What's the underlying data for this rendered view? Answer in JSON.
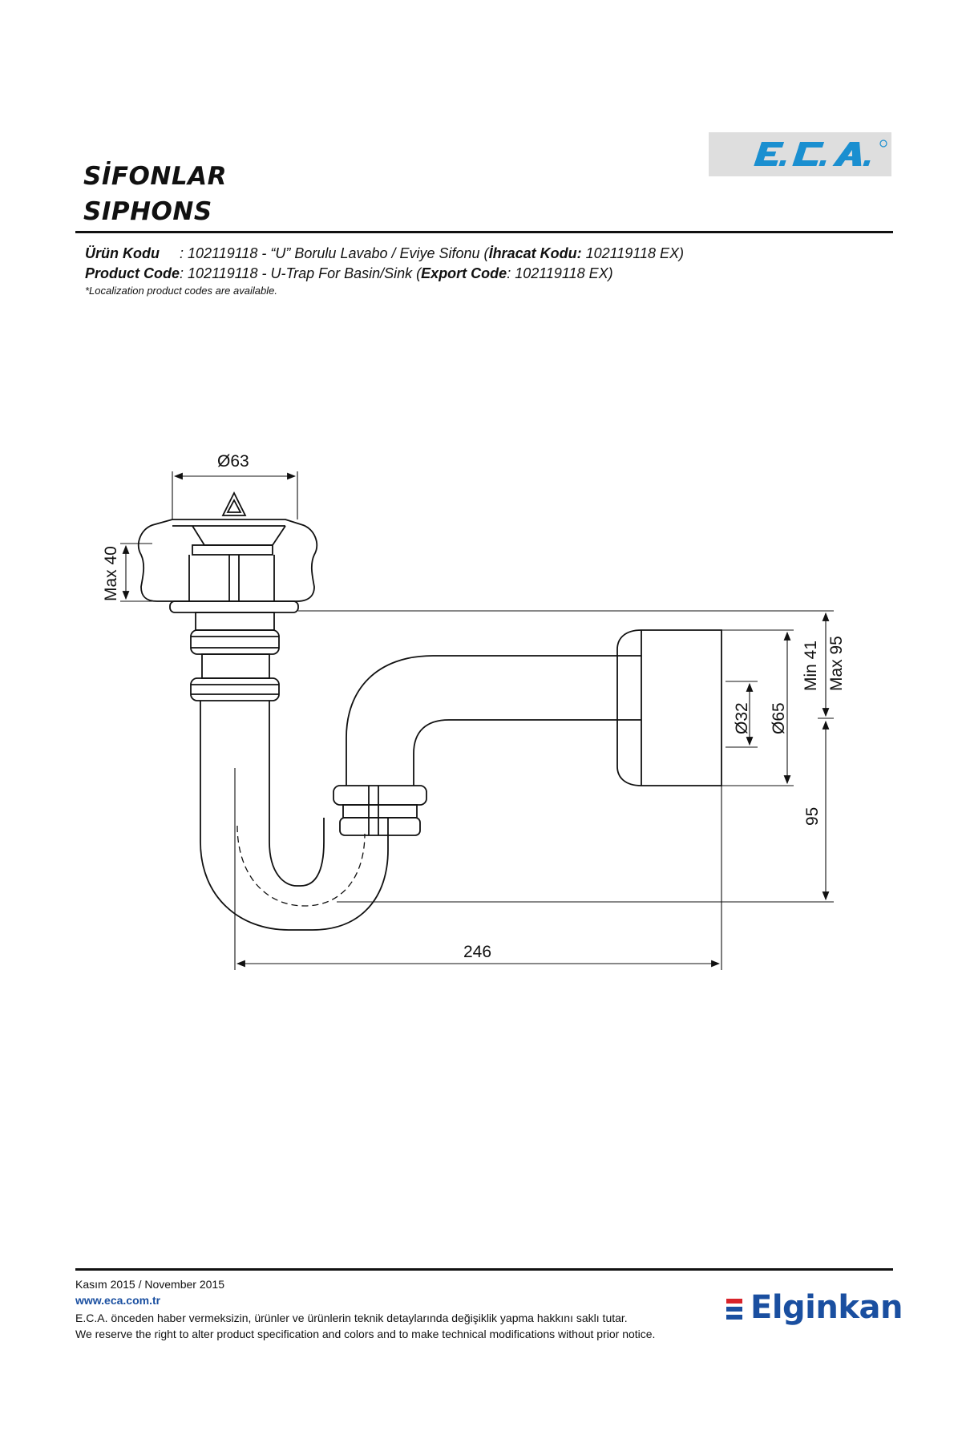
{
  "header": {
    "logo_text": "E.C.A.",
    "title_tr": "SİFONLAR",
    "title_en": "SIPHONS"
  },
  "product": {
    "tr_label": "Ürün Kodu",
    "tr_sep": "     : ",
    "tr_code_desc": "102119118 - “U” Borulu Lavabo / Eviye Sifonu (",
    "tr_export_label": "İhracat Kodu:",
    "tr_export_value": " 102119118 EX)",
    "en_label": "Product Code",
    "en_sep": ": ",
    "en_code_desc": "102119118 - U-Trap For Basin/Sink (",
    "en_export_label": "Export Code",
    "en_export_value": ": 102119118 EX)",
    "note": "*Localization product codes are available."
  },
  "drawing": {
    "dim_top_diameter": "Ø63",
    "dim_max40": "Max 40",
    "dim_min41": "Min 41",
    "dim_max95": "Max 95",
    "dim_d32": "Ø32",
    "dim_d65": "Ø65",
    "dim_95": "95",
    "dim_246": "246"
  },
  "footer": {
    "date": "Kasım 2015 / November 2015",
    "website": "www.eca.com.tr",
    "disclaimer_tr": "E.C.A. önceden haber vermeksizin, ürünler ve ürünlerin teknik detaylarında değişiklik yapma hakkını saklı tutar.",
    "disclaimer_en": "We reserve the right to alter product specification and colors and to make technical modifications without prior notice.",
    "brand": "Elginkan"
  },
  "colors": {
    "eca_blue": "#1a8fd0",
    "elginkan_blue": "#1a4fa0",
    "elginkan_red": "#d8232a",
    "logo_bg": "#dedede"
  }
}
